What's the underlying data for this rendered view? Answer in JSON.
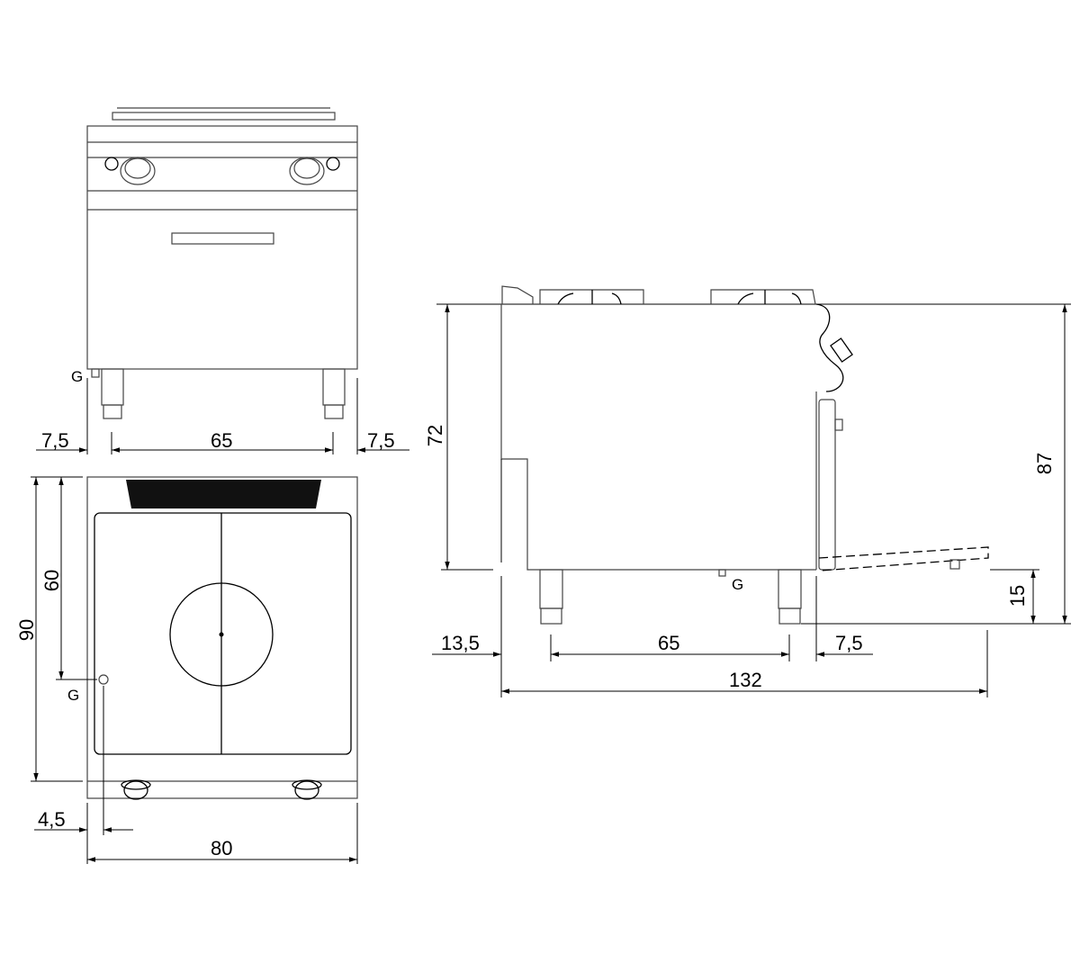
{
  "front_view": {
    "dim_left": "7,5",
    "dim_center": "65",
    "dim_right": "7,5",
    "gas_label": "G"
  },
  "plan_view": {
    "dim_depth": "90",
    "dim_gas_depth": "60",
    "gas_label": "G",
    "dim_gas_offset": "4,5",
    "dim_width": "80"
  },
  "side_view": {
    "dim_height_body": "72",
    "dim_height_total": "87",
    "dim_leg": "15",
    "gas_label": "G",
    "dim_left": "13,5",
    "dim_center": "65",
    "dim_right": "7,5",
    "dim_total": "132"
  },
  "colors": {
    "line": "#444444",
    "dim": "#000000",
    "fill_dark": "#111111"
  }
}
